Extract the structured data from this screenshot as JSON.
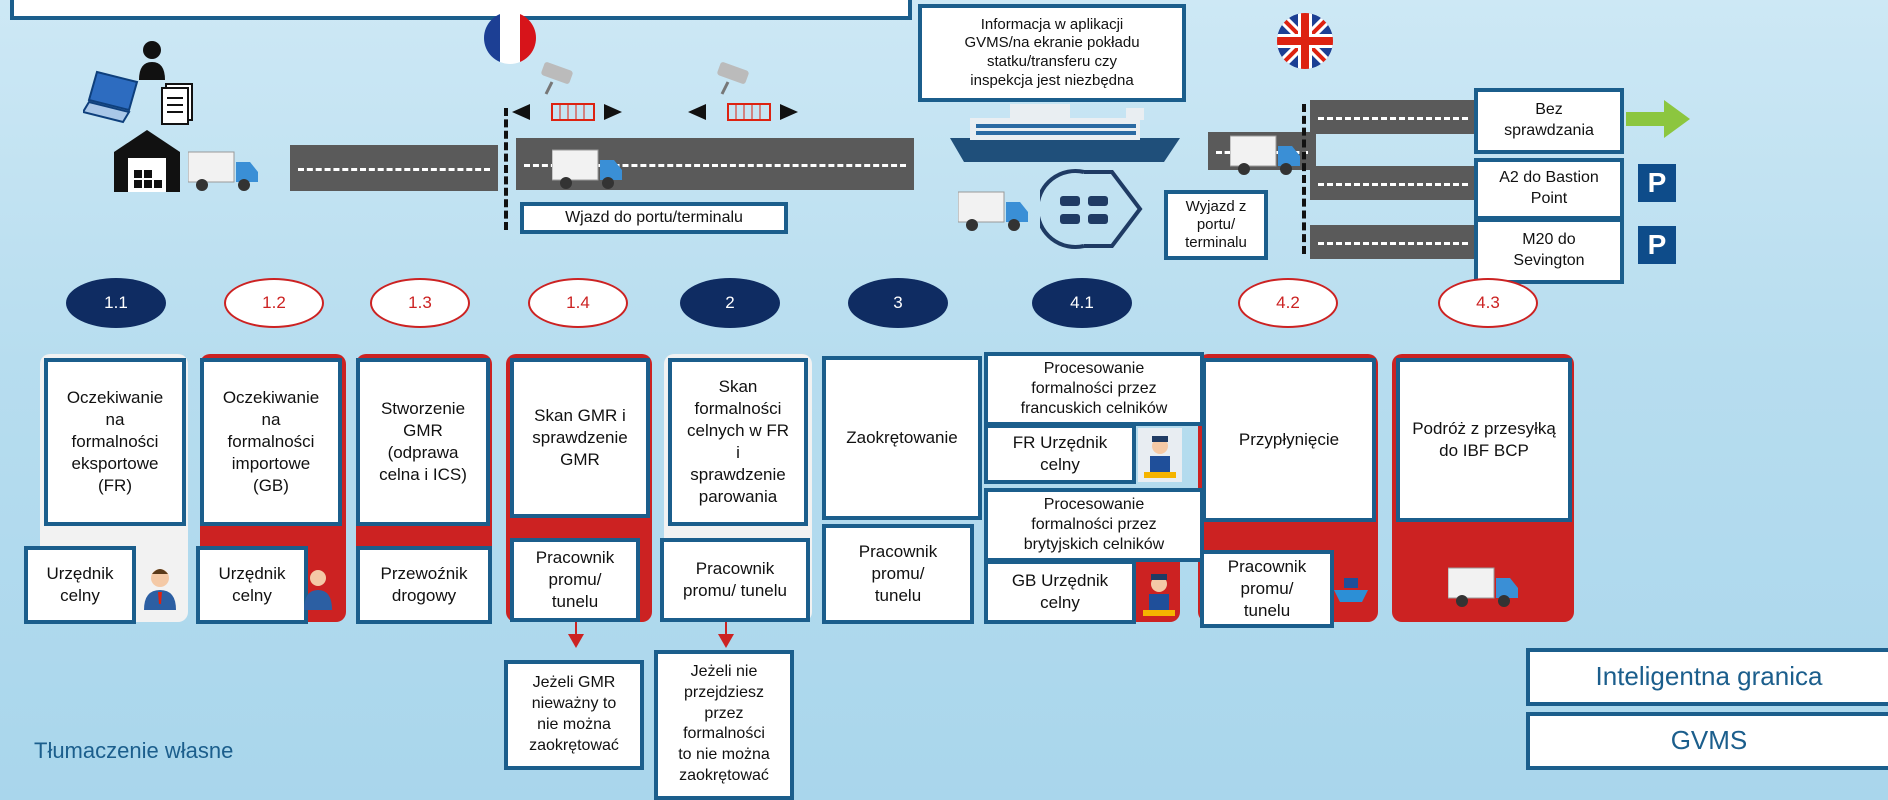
{
  "top": {
    "gvms_info": "Informacja w aplikacji\nGVMS/na ekranie pokładu\nstatku/transferu czy\ninspekcja jest niezbędna",
    "port_entry": "Wjazd do portu/terminalu",
    "port_exit": "Wyjazd z\nportu/\nterminalu",
    "route_no_check": "Bez\nsprawdzania",
    "route_a2": "A2 do Bastion\nPoint",
    "route_m20": "M20 do\nSevington",
    "parking_label": "P"
  },
  "steps": [
    "1.1",
    "1.2",
    "1.3",
    "1.4",
    "2",
    "3",
    "4.1",
    "4.2",
    "4.3"
  ],
  "main": {
    "s11": "Oczekiwanie\nna\nformalności\neksportowe\n(FR)",
    "s12": "Oczekiwanie\nna\nformalności\nimportowe\n(GB)",
    "s13": "Stworzenie\nGMR\n(odprawa\ncelna i ICS)",
    "s14": "Skan GMR i\nsprawdzenie\nGMR",
    "s2": "Skan\nformalności\ncelnych w FR\ni\nsprawdzenie\nparowania",
    "s3": "Zaokrętowanie",
    "s41a": "Procesowanie\nformalności przez\nfrancuskich celników",
    "s41b": "Procesowanie\nformalności przez\nbrytyjskich celników",
    "s42": "Przypłynięcie",
    "s43": "Podróż z przesyłką\ndo IBF BCP"
  },
  "actors": {
    "a11": "Urzędnik\ncelny",
    "a12": "Urzędnik\ncelny",
    "a13": "Przewoźnik\ndrogowy",
    "a14": "Pracownik\npromu/\ntunelu",
    "a2": "Pracownik\npromu/ tunelu",
    "a3": "Pracownik\npromu/\ntunelu",
    "a41fr": "FR Urzędnik\ncelny",
    "a41gb": "GB Urzędnik\ncelny",
    "a42": "Pracownik\npromu/\ntunelu"
  },
  "notes": {
    "n14": "Jeżeli GMR\nnieważny to\nnie można\nzaokrętować",
    "n2": "Jeżeli nie\nprzejdziesz\nprzez\nformalności\nto nie można\nzaokrętować"
  },
  "footer": {
    "own_translation": "Tłumaczenie własne",
    "smart_border": "Inteligentna granica",
    "gvms": "GVMS"
  },
  "colors": {
    "box_border": "#1b5e8c",
    "accent_red": "#cc2222",
    "dark_navy": "#0f2c62",
    "arrow_green": "#8cc63f",
    "link_text": "#1b5e8c"
  }
}
